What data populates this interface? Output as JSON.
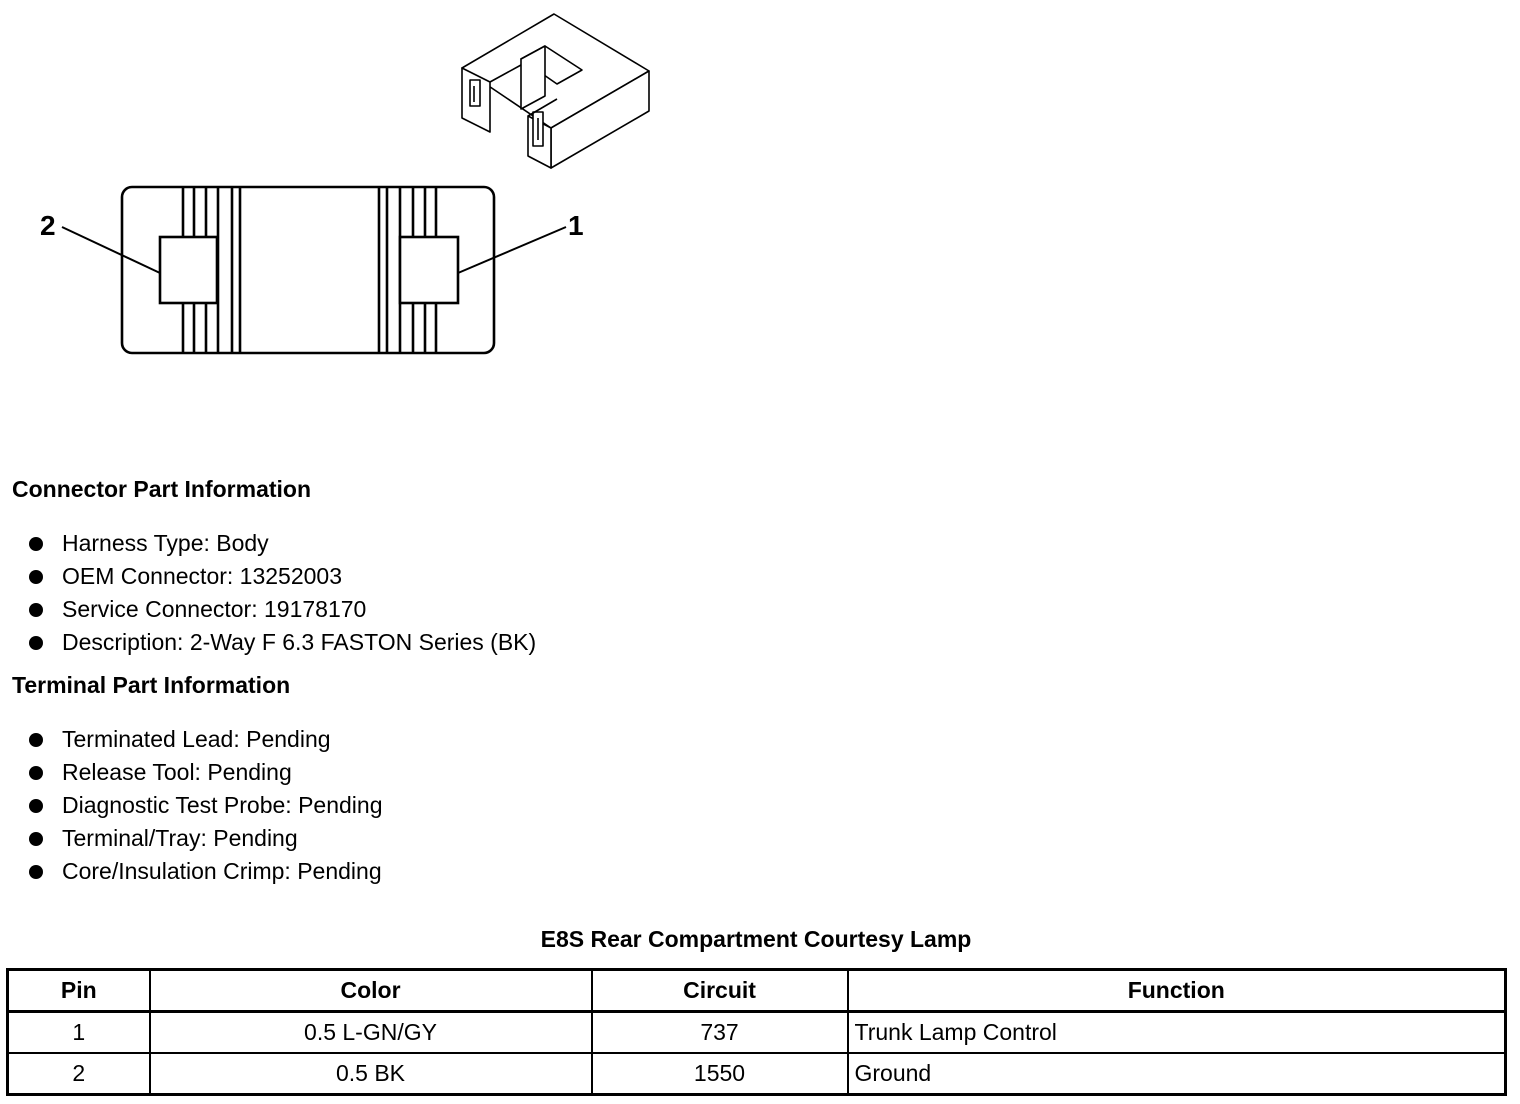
{
  "diagram": {
    "callouts": [
      {
        "id": "pin-2",
        "label": "2"
      },
      {
        "id": "pin-1",
        "label": "1"
      }
    ]
  },
  "connector_info": {
    "title": "Connector Part Information",
    "items": [
      "Harness Type: Body",
      "OEM Connector: 13252003",
      "Service Connector: 19178170",
      "Description: 2-Way F 6.3 FASTON Series (BK)"
    ]
  },
  "terminal_info": {
    "title": "Terminal Part Information",
    "items": [
      "Terminated Lead: Pending",
      "Release Tool: Pending",
      "Diagnostic Test Probe: Pending",
      "Terminal/Tray: Pending",
      "Core/Insulation Crimp: Pending"
    ]
  },
  "pin_table": {
    "title": "E8S Rear Compartment Courtesy Lamp",
    "headers": [
      "Pin",
      "Color",
      "Circuit",
      "Function"
    ],
    "rows": [
      [
        "1",
        "0.5 L-GN/GY",
        "737",
        "Trunk Lamp Control"
      ],
      [
        "2",
        "0.5 BK",
        "1550",
        "Ground"
      ]
    ]
  }
}
